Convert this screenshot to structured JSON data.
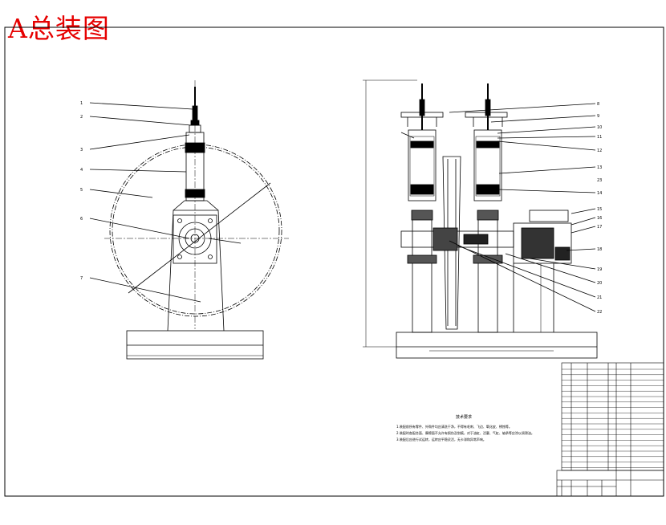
{
  "title": "A总装图",
  "colors": {
    "title": "#e60000",
    "line": "#000000",
    "paper": "#ffffff"
  },
  "front_view": {
    "leaders": [
      "1",
      "2",
      "3",
      "4",
      "5",
      "6",
      "7"
    ]
  },
  "side_view": {
    "leaders": [
      "8",
      "9",
      "10",
      "11",
      "12",
      "13",
      "14",
      "15",
      "16",
      "17",
      "18",
      "19",
      "20",
      "21",
      "22",
      "23"
    ]
  },
  "notes": {
    "heading": "技术要求",
    "lines": [
      "1.装配前所有零件、外购件均应清洗干净，不得有毛刺、飞边、氧化皮、锈蚀等。",
      "2.装配时各配合面、摩擦面不允许有损伤及划痕，对于油缸、活塞、气缸、轴承等应涂以润滑油。",
      "3.装配后应进行试运转，运转应平稳灵活，无卡滞和异常声响。"
    ]
  }
}
